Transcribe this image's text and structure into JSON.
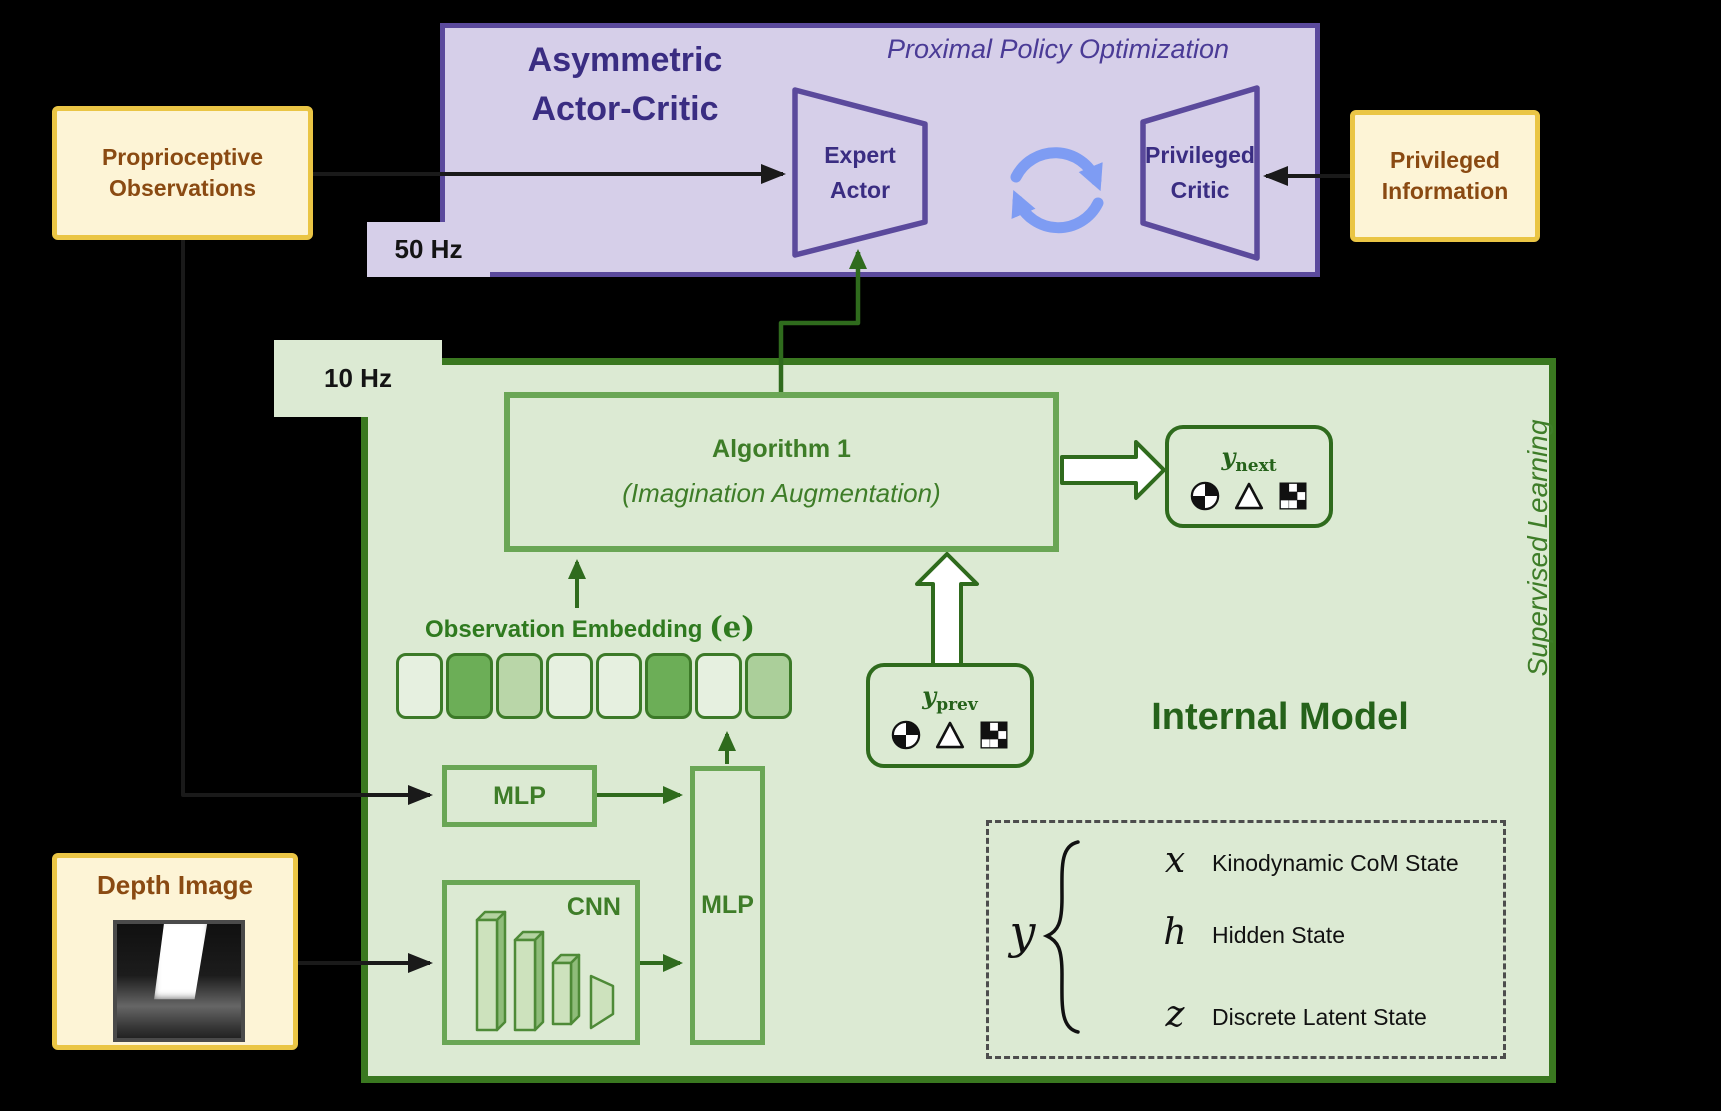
{
  "colors": {
    "background": "#000000",
    "ppo_fill": "#d6cfe9",
    "ppo_border": "#5b4a9c",
    "ppo_text": "#3a2d82",
    "input_fill": "#fdf4d6",
    "input_border": "#eac545",
    "input_text": "#8a4a12",
    "green_fill": "#dcead3",
    "green_border": "#3a7820",
    "green_mid_border": "#6aa655",
    "green_text": "#3e7d28",
    "cycle_blue": "#7e9cf3",
    "arrow_black": "#1a1a1a",
    "arrow_green": "#2f6b1d"
  },
  "ppo": {
    "title_line1": "Asymmetric",
    "title_line2": "Actor-Critic",
    "subtitle": "Proximal Policy Optimization",
    "actor_label": "Expert Actor",
    "critic_label": "Privileged Critic",
    "rate_tag": "50 Hz"
  },
  "inputs": {
    "proprioceptive": "Proprioceptive Observations",
    "privileged": "Privileged Information",
    "depth_title": "Depth Image"
  },
  "internal_model": {
    "rate_tag": "10 Hz",
    "title": "Internal Model",
    "side_label": "Supervised Learning",
    "algorithm_title": "Algorithm 1",
    "algorithm_subtitle": "(Imagination Augmentation)",
    "embedding_label": "Observation Embedding",
    "embedding_symbol": "(e)",
    "embedding_cells": [
      "#e6f0e0",
      "#6cae57",
      "#b9d6a8",
      "#e6f0e0",
      "#e6f0e0",
      "#6cae57",
      "#e6f0e0",
      "#abcf9a"
    ],
    "mlp_top_label": "MLP",
    "mlp_main_label": "MLP",
    "cnn_label": "CNN",
    "y_prev": {
      "base": "y",
      "sub": "prev"
    },
    "y_next": {
      "base": "y",
      "sub": "next"
    }
  },
  "legend": {
    "group_symbol": "y",
    "items": [
      {
        "symbol": "x",
        "label": "Kinodynamic CoM State",
        "icon": "com-icon"
      },
      {
        "symbol": "h",
        "label": "Hidden State",
        "icon": "triangle-icon"
      },
      {
        "symbol": "z",
        "label": "Discrete Latent State",
        "icon": "grid-icon"
      }
    ]
  }
}
